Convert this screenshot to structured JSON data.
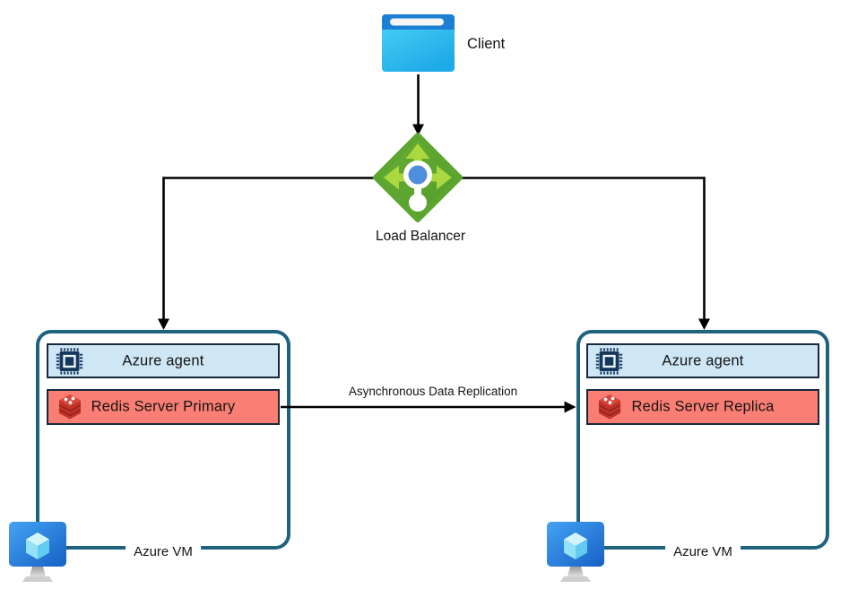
{
  "diagram": {
    "client": {
      "label": "Client",
      "icon": "browser-window-icon"
    },
    "load_balancer": {
      "label": "Load Balancer",
      "icon": "load-balancer-icon"
    },
    "replication_arrow": {
      "label": "Asynchronous Data Replication",
      "direction": "left-to-right"
    },
    "vms": [
      {
        "agent": {
          "label": "Azure agent",
          "icon": "cpu-chip-icon"
        },
        "redis": {
          "label": "Redis Server Primary",
          "icon": "redis-icon"
        },
        "vm": {
          "label": "Azure VM",
          "icon": "azure-vm-monitor-icon"
        }
      },
      {
        "agent": {
          "label": "Azure agent",
          "icon": "cpu-chip-icon"
        },
        "redis": {
          "label": "Redis Server Replica",
          "icon": "redis-icon"
        },
        "vm": {
          "label": "Azure VM",
          "icon": "azure-vm-monitor-icon"
        }
      }
    ],
    "colors": {
      "vm_box_border": "#1f627e",
      "agent_bar_fill": "#cfe7f5",
      "redis_bar_fill": "#fa7e73",
      "bar_border": "#17293b",
      "connector": "#000000",
      "lb_diamond_green": "#5ca52f",
      "lb_arrow_green": "#aad83e",
      "lb_dot_blue": "#4e8fdd",
      "client_header_blue": "#1b7fd4",
      "client_body_cyan": "#33c3ef",
      "monitor_blue": "#2b82e4",
      "text": "#141414",
      "background": "#ffffff"
    }
  }
}
